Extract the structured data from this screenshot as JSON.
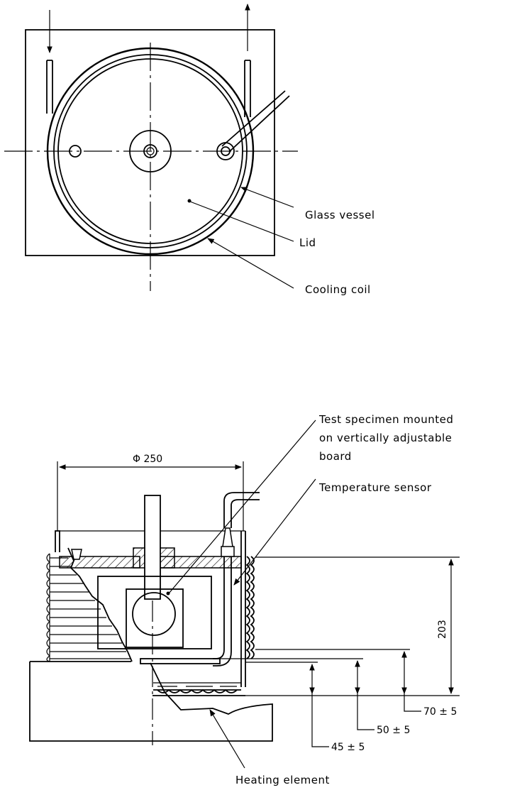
{
  "labels": {
    "glass_vessel": "Glass vessel",
    "lid": "Lid",
    "cooling_coil": "Cooling coil",
    "specimen_line1": "Test specimen mounted",
    "specimen_line2": "on vertically adjustable",
    "specimen_line3": "board",
    "temperature_sensor": "Temperature sensor",
    "heating_element": "Heating element"
  },
  "dimensions": {
    "diameter": "Φ 250",
    "height_203": "203",
    "d70": "70 ± 5",
    "d50": "50 ± 5",
    "d45": "45 ± 5"
  }
}
